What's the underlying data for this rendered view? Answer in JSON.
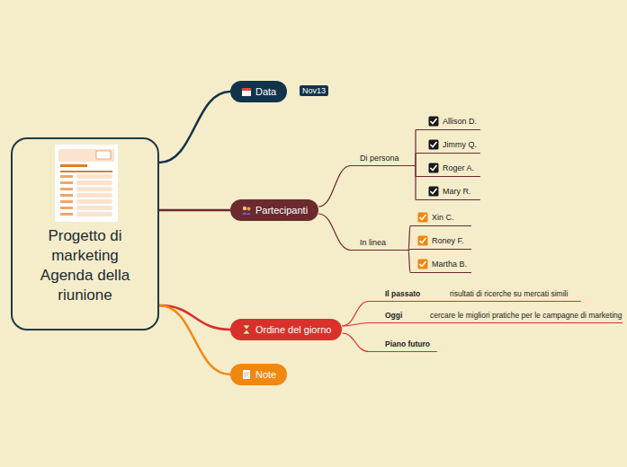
{
  "diagram": {
    "nodes": [
      {
        "text": [
          "Progetto di marketing Agenda della riunione"
        ]
      },
      {
        "text": [
          "Data"
        ]
      },
      {
        "text": [
          "Nov13"
        ]
      },
      {
        "text": [
          "Partecipanti"
        ]
      },
      {
        "text": [
          "Di persona"
        ]
      },
      {
        "text": [
          "Allison D."
        ]
      },
      {
        "text": [
          "Jimmy Q."
        ]
      },
      {
        "text": [
          "Roger A."
        ]
      },
      {
        "text": [
          "Mary R."
        ]
      },
      {
        "text": [
          "In linea"
        ]
      },
      {
        "text": [
          "Xin C."
        ]
      },
      {
        "text": [
          "Roney F."
        ]
      },
      {
        "text": [
          "Martha B."
        ]
      },
      {
        "text": [
          "Ordine del giorno"
        ]
      },
      {
        "text": [
          "Il passato",
          "risultati di ricerche su mercati simili"
        ]
      },
      {
        "text": [
          "Oggi",
          "cercare le migliori pratiche per le campagne di marketing"
        ]
      },
      {
        "text": [
          "Piano futuro"
        ]
      },
      {
        "text": [
          "Note"
        ]
      }
    ],
    "edges": [
      {
        "from": 0,
        "to": 1,
        "arrow": "none"
      },
      {
        "from": 0,
        "to": 3,
        "arrow": "none"
      },
      {
        "from": 0,
        "to": 13,
        "arrow": "none"
      },
      {
        "from": 0,
        "to": 17,
        "arrow": "none"
      },
      {
        "from": 3,
        "to": 4,
        "arrow": "none"
      },
      {
        "from": 3,
        "to": 9,
        "arrow": "none"
      },
      {
        "from": 4,
        "to": 5,
        "arrow": "none"
      },
      {
        "from": 4,
        "to": 6,
        "arrow": "none"
      },
      {
        "from": 4,
        "to": 7,
        "arrow": "none"
      },
      {
        "from": 4,
        "to": 8,
        "arrow": "none"
      },
      {
        "from": 9,
        "to": 10,
        "arrow": "none"
      },
      {
        "from": 9,
        "to": 11,
        "arrow": "none"
      },
      {
        "from": 9,
        "to": 12,
        "arrow": "none"
      },
      {
        "from": 13,
        "to": 14,
        "arrow": "none"
      },
      {
        "from": 13,
        "to": 15,
        "arrow": "none"
      },
      {
        "from": 13,
        "to": 16,
        "arrow": "none"
      }
    ]
  }
}
